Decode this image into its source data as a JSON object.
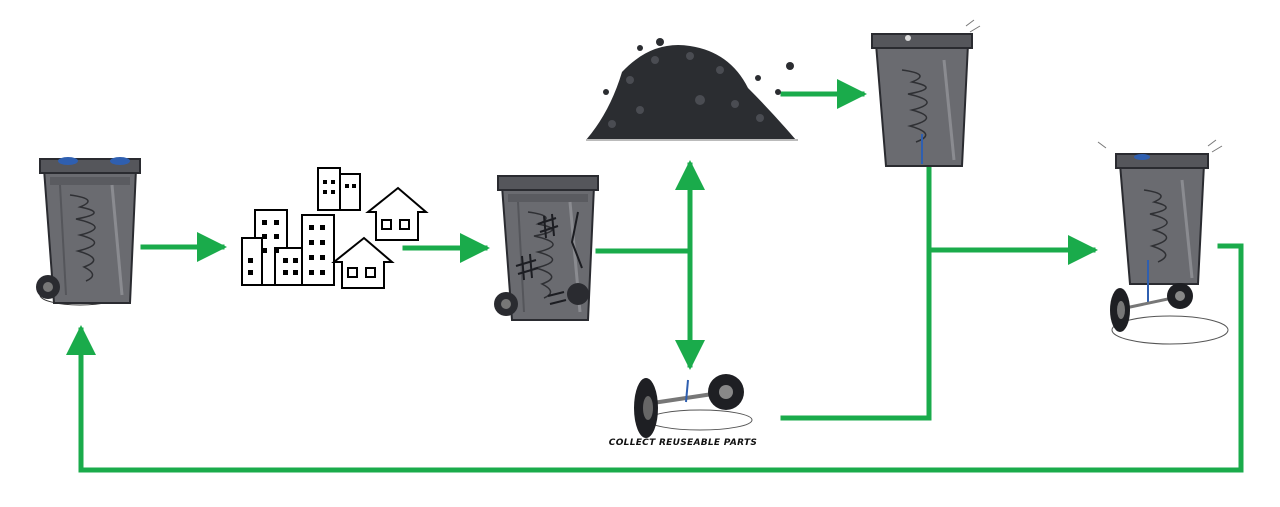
{
  "diagram": {
    "caption_reusable_parts": "COLLECT REUSEABLE PARTS",
    "colors": {
      "arrow": "#1aab4b",
      "bin_body": "#6a6b70",
      "bin_dark": "#3a3b40",
      "lid_handle_blue": "#2f5fb0",
      "granules": "#2b2d31",
      "outline": "#111111"
    },
    "nodes": [
      {
        "id": "new-bin",
        "icon": "wheelie-bin-icon"
      },
      {
        "id": "city-households",
        "icon": "city-houses-icon"
      },
      {
        "id": "damaged-bin",
        "icon": "damaged-bin-icon"
      },
      {
        "id": "recycled-granules",
        "icon": "plastic-granules-pile-icon"
      },
      {
        "id": "recycled-body",
        "icon": "bin-body-icon"
      },
      {
        "id": "reusable-parts",
        "icon": "wheels-axle-icon"
      },
      {
        "id": "reassembled-bin",
        "icon": "reassembled-bin-icon"
      }
    ]
  }
}
